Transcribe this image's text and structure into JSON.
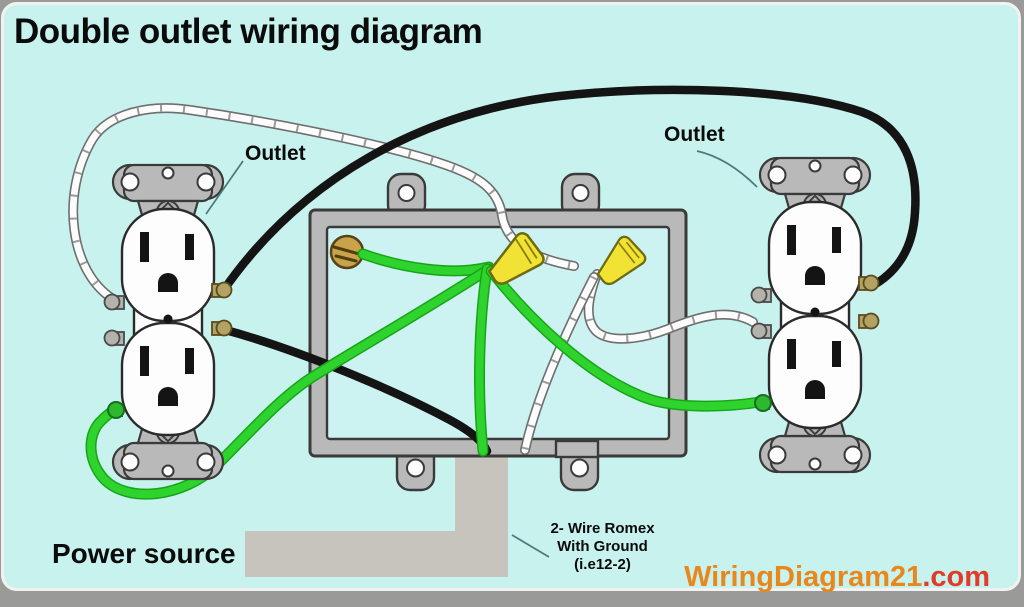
{
  "title": "Double outlet wiring diagram",
  "diagram": {
    "left_outlet_label": "Outlet",
    "right_outlet_label": "Outlet",
    "power_source_label": "Power source",
    "romex_label_line1": "2- Wire Romex",
    "romex_label_line2": "With Ground",
    "romex_label_line3": "(i.e12-2)",
    "watermark_name": "WiringDiagram21",
    "watermark_suffix": ".com"
  },
  "colors": {
    "background": "#c7f2ee",
    "panel_frame": "#9a9a98",
    "label_black": "#0b0b0b",
    "wire_black": "#141414",
    "wire_white": "#fcfcfc",
    "wire_green": "#2ed32e",
    "wire_nut_yellow": "#f2e234",
    "box_gray": "#b9b9b9",
    "conduit_gray": "#c6c4bd",
    "ground_screw_brass": "#c9a24a",
    "watermark_orange": "#e8871c",
    "watermark_red": "#e23b28"
  }
}
